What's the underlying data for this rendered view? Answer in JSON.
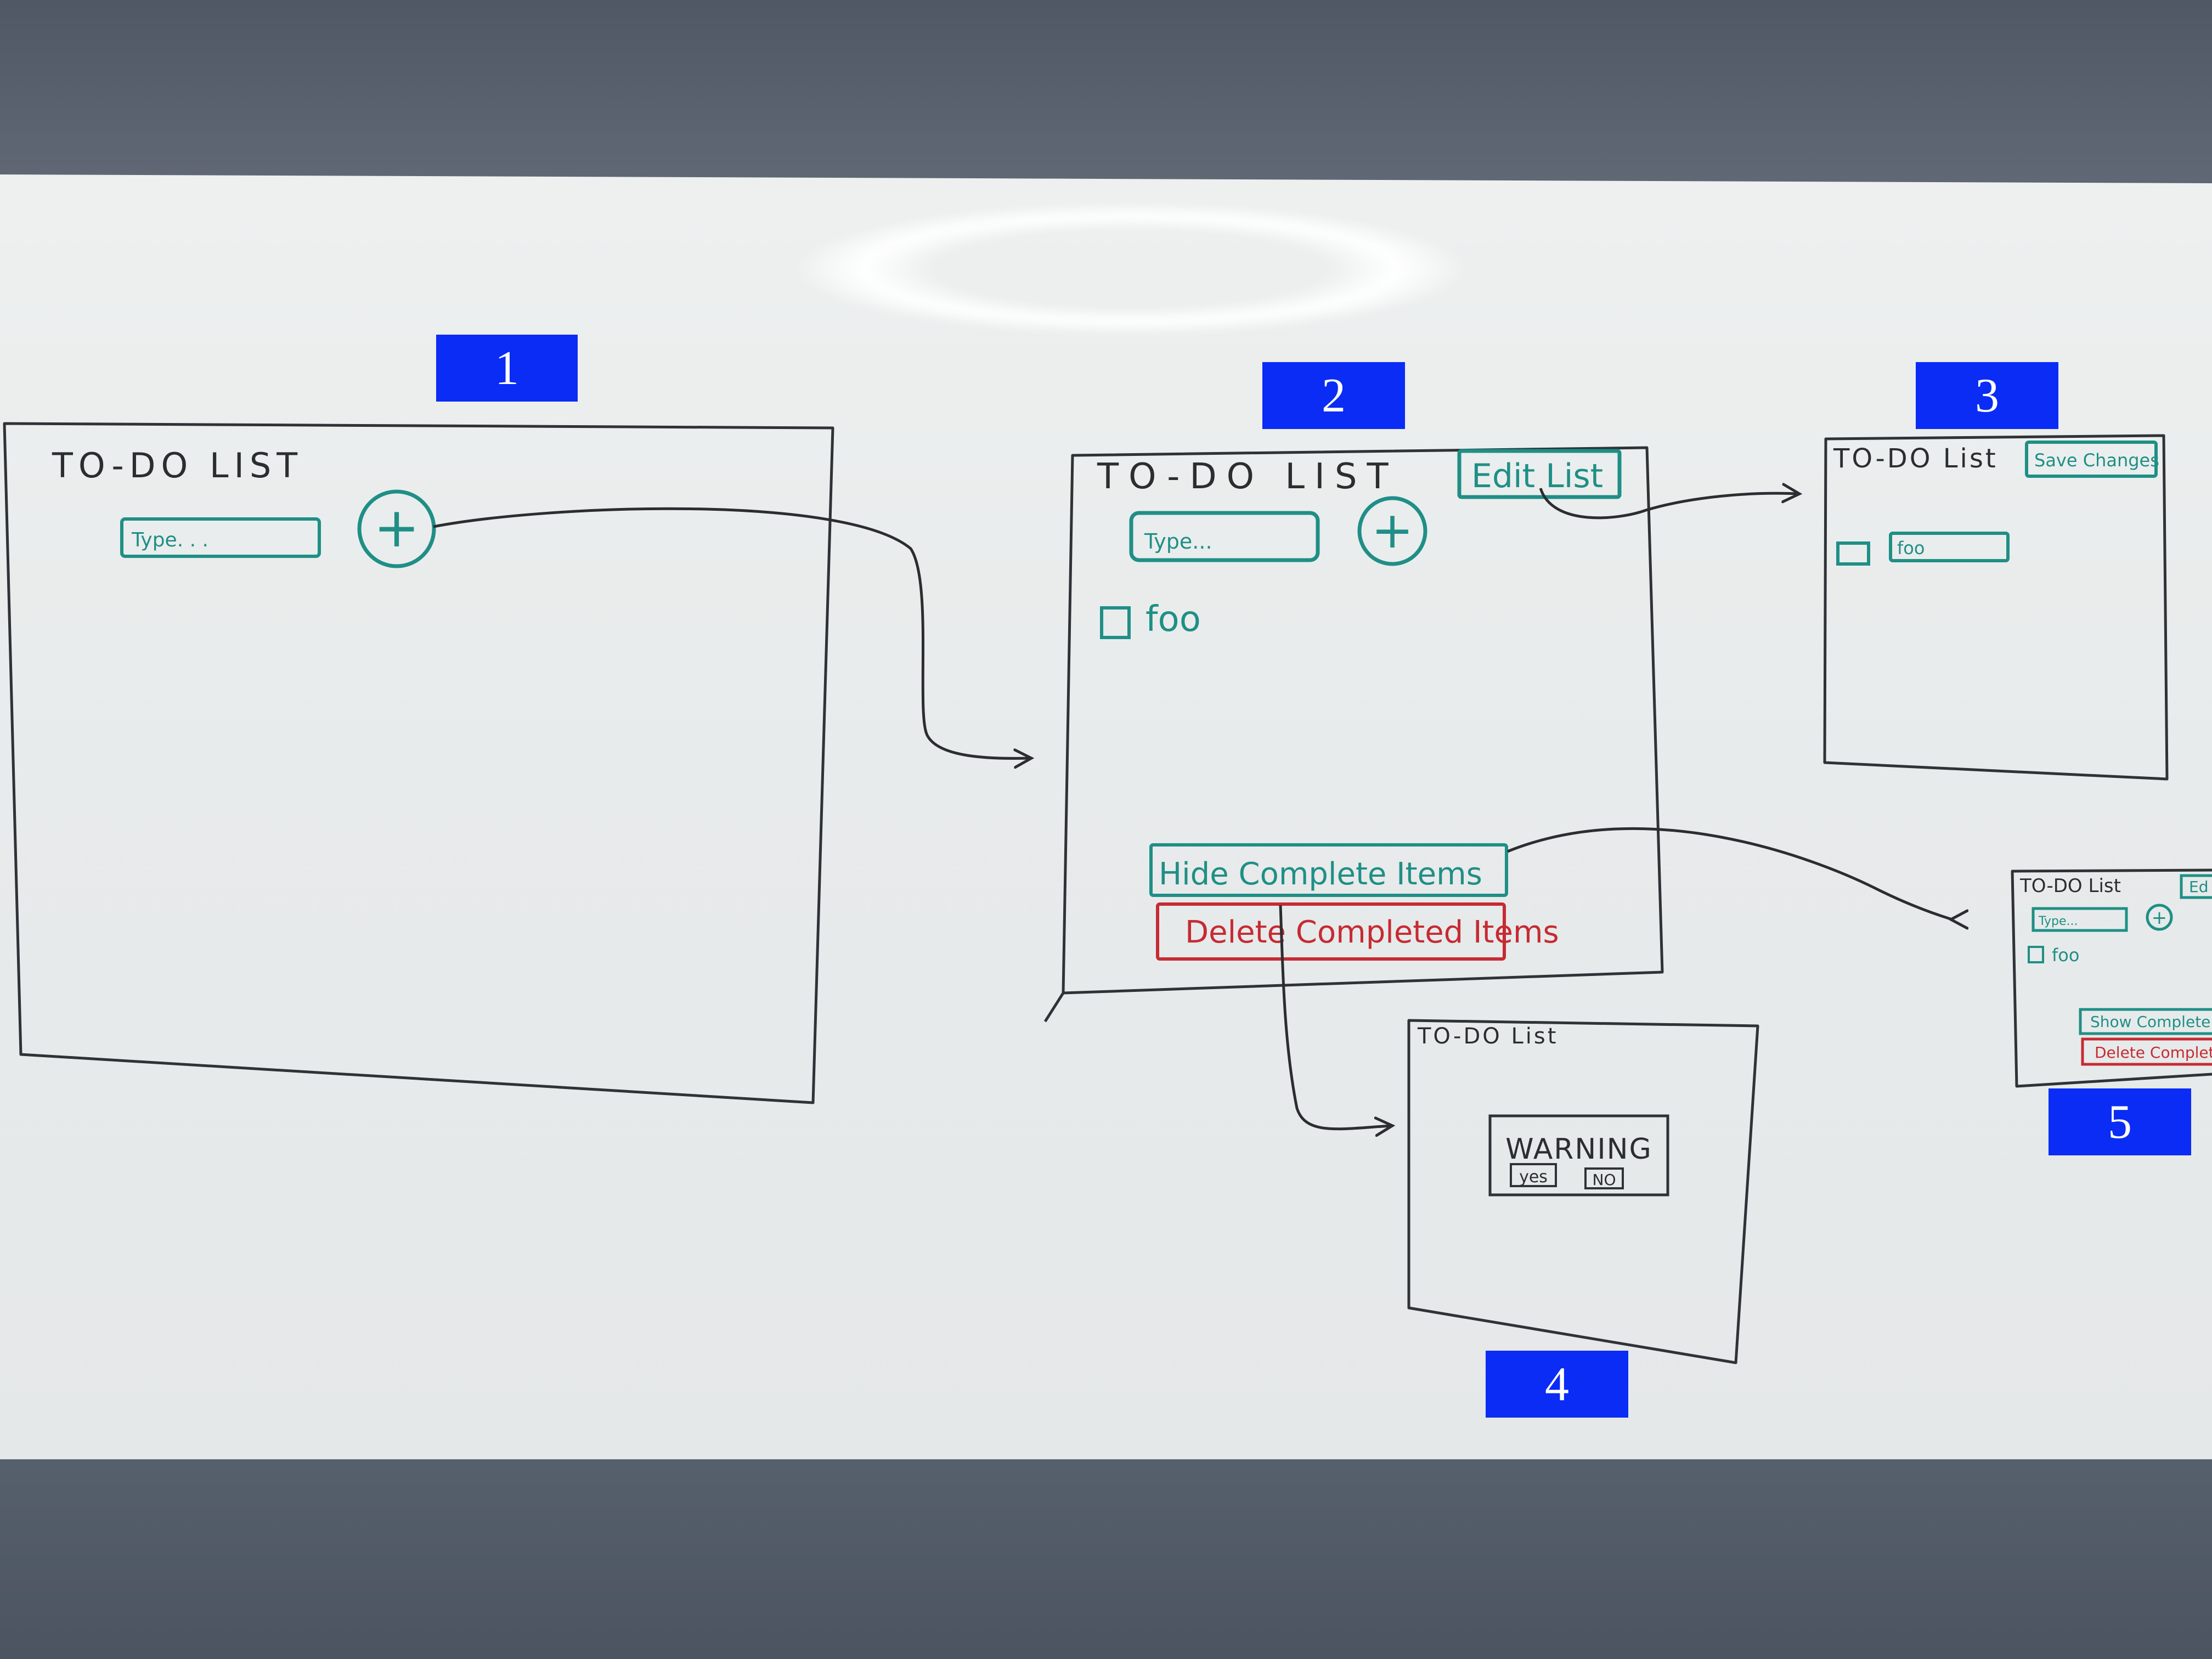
{
  "badges": [
    "1",
    "2",
    "3",
    "4",
    "5"
  ],
  "screen1": {
    "title": "TO-DO LIST",
    "input_placeholder": "Type. . .",
    "add_symbol": "+"
  },
  "screen2": {
    "title": "TO-DO LIST",
    "edit_button": "Edit List",
    "input_placeholder": "Type...",
    "add_symbol": "+",
    "item_label": "foo",
    "hide_button": "Hide Complete Items",
    "delete_button": "Delete Completed Items"
  },
  "screen3": {
    "title": "TO-DO List",
    "save_button": "Save Changes",
    "item_value": "foo"
  },
  "screen4": {
    "title": "TO-DO List",
    "warning_text": "WARNING",
    "yes_button": "yes",
    "no_button": "NO"
  },
  "screen5": {
    "title": "TO-DO List",
    "edit_button": "Ed",
    "input_placeholder": "Type...",
    "add_symbol": "+",
    "item_label": "foo",
    "show_button": "Show Complete",
    "delete_button": "Delete Complet"
  },
  "colors": {
    "black_marker": "#2b2d30",
    "green_marker": "#1f8f86",
    "red_marker": "#c62b33",
    "badge": "#0a2cf5"
  }
}
